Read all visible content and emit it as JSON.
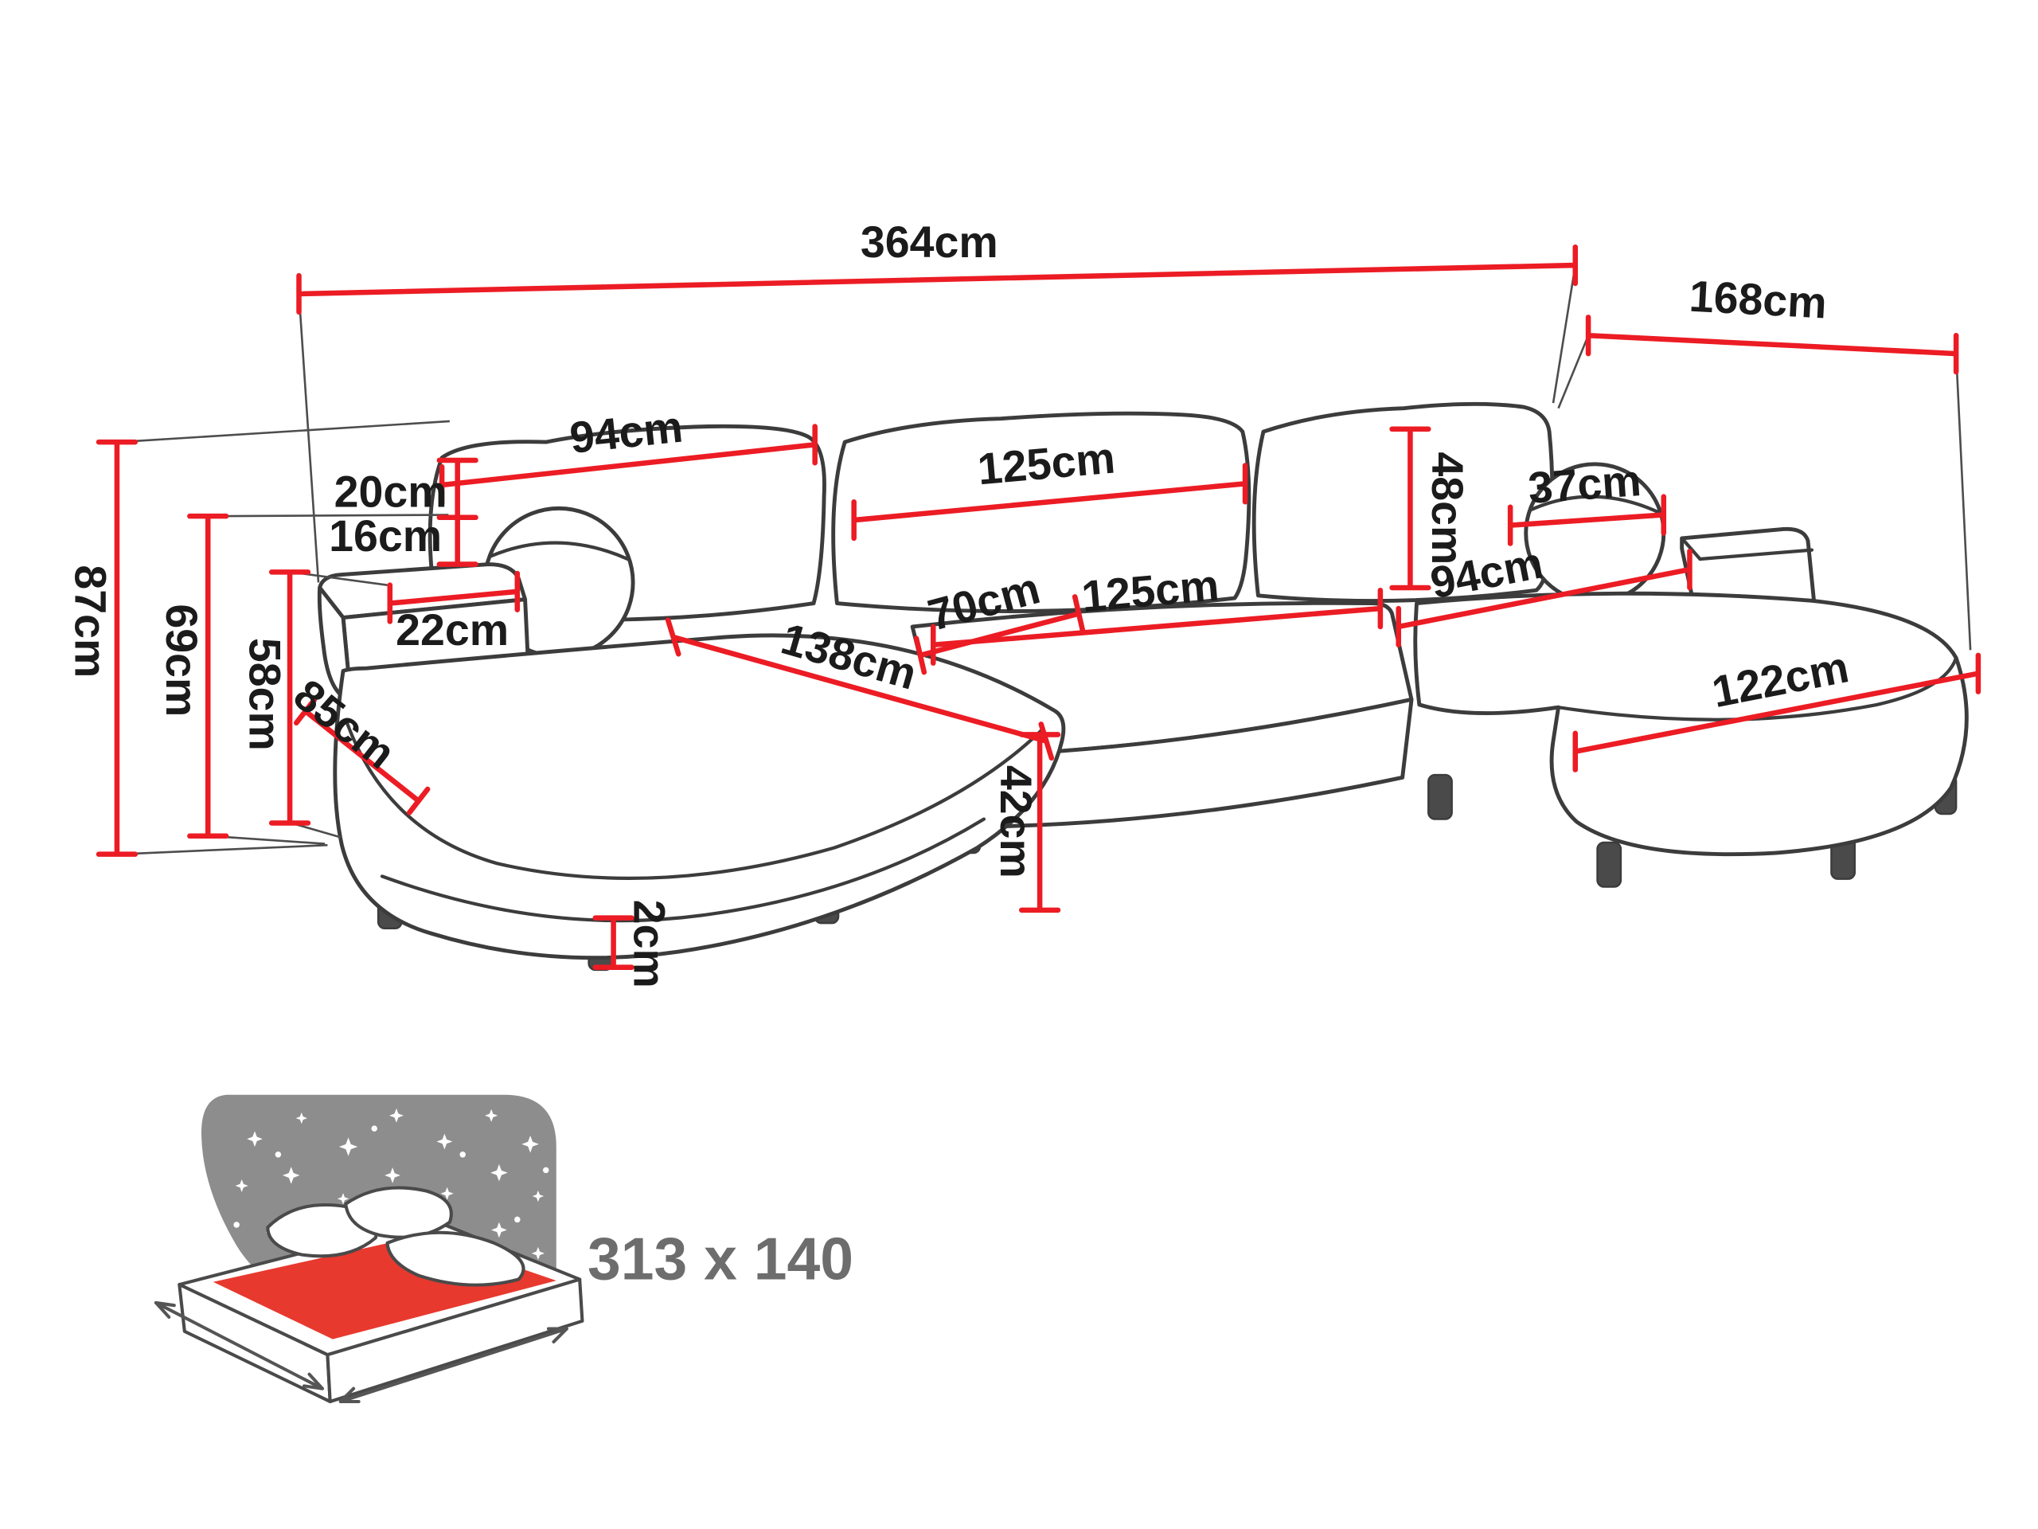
{
  "colors": {
    "dimension_red": "#ec1c24",
    "sofa_outline": "#3c3c3c",
    "sky_gray": "#8d8d8d",
    "mattress_red": "#e8392f",
    "dimension_label": "#1b1b1b",
    "sleeping_label_gray": "#6d6d6d"
  },
  "dimensions": {
    "overall_width": {
      "label": "364cm"
    },
    "overall_depth": {
      "label": "168cm"
    },
    "height_total": {
      "label": "87cm"
    },
    "height_mid": {
      "label": "69cm"
    },
    "height_seat_back": {
      "label": "58cm"
    },
    "back_left_width": {
      "label": "94cm"
    },
    "back_middle_width": {
      "label": "125cm"
    },
    "back_height": {
      "label": "48cm"
    },
    "bolster_right_width": {
      "label": "37cm"
    },
    "gap_upper": {
      "label": "20cm"
    },
    "gap_lower": {
      "label": "16cm"
    },
    "armrest_width": {
      "label": "22cm"
    },
    "chaise_left_front": {
      "label": "85cm"
    },
    "chaise_left_length": {
      "label": "138cm"
    },
    "seat_depth": {
      "label": "70cm"
    },
    "seat_middle_width": {
      "label": "125cm"
    },
    "seat_right_width": {
      "label": "94cm"
    },
    "chaise_right_length": {
      "label": "122cm"
    },
    "seat_height": {
      "label": "42cm"
    },
    "leg_height": {
      "label": "2cm"
    }
  },
  "sleeping_area": {
    "label": "313 x 140"
  }
}
